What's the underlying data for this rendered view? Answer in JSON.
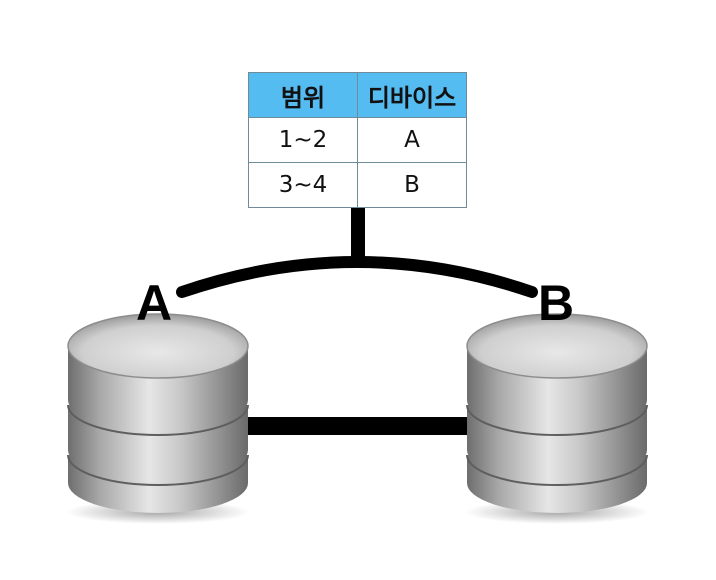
{
  "table": {
    "headers": [
      "범위",
      "디바이스"
    ],
    "rows": [
      [
        "1~2",
        "A"
      ],
      [
        "3~4",
        "B"
      ]
    ],
    "header_color": "#55bcf2"
  },
  "nodes": [
    {
      "label": "A"
    },
    {
      "label": "B"
    }
  ],
  "colors": {
    "cylinder": "#b8b8b8",
    "connector": "#000000"
  }
}
